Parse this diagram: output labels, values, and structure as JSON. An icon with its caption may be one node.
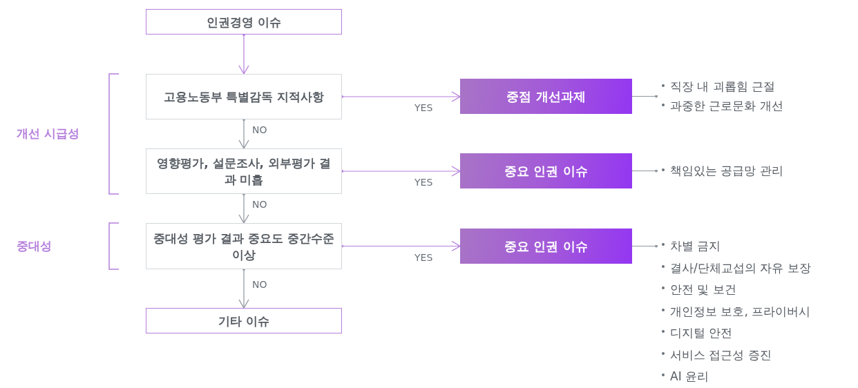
{
  "diagram": {
    "nodes": [
      {
        "text": [
          "인권경영 이슈"
        ]
      },
      {
        "text": [
          "고용노동부 특별감독 지적사항"
        ]
      },
      {
        "text": [
          "영향평가, 설문조사, 외부평가 결과 미흡"
        ]
      },
      {
        "text": [
          "중대성 평가 결과 중요도 중간수준 이상"
        ]
      },
      {
        "text": [
          "기타 이슈"
        ]
      },
      {
        "text": [
          "중점 개선과제"
        ]
      },
      {
        "text": [
          "중요 인권 이슈"
        ]
      },
      {
        "text": [
          "중요 인권 이슈"
        ]
      },
      {
        "text": [
          "직장 내 괴롭힘 근절",
          "과중한 근로문화 개선"
        ]
      },
      {
        "text": [
          "책임있는 공급망 관리"
        ]
      },
      {
        "text": [
          "차별 금지",
          "결사/단체교섭의 자유 보장",
          "안전 및 보건",
          "개인정보 보호, 프라이버시",
          "디지털 안전",
          "서비스 접근성 증진",
          "AI 윤리"
        ]
      }
    ],
    "edges": [
      {
        "from": 0,
        "to": 1,
        "arrow": "to",
        "color": "#b57edc"
      },
      {
        "from": 1,
        "to": 2,
        "arrow": "to",
        "label": "NO"
      },
      {
        "from": 2,
        "to": 3,
        "arrow": "to",
        "label": "NO"
      },
      {
        "from": 3,
        "to": 4,
        "arrow": "to",
        "label": "NO"
      },
      {
        "from": 1,
        "to": 5,
        "arrow": "to",
        "label": "YES",
        "color": "#b57edc"
      },
      {
        "from": 2,
        "to": 6,
        "arrow": "to",
        "label": "YES",
        "color": "#b57edc"
      },
      {
        "from": 3,
        "to": 7,
        "arrow": "to",
        "label": "YES",
        "color": "#b57edc"
      },
      {
        "from": 5,
        "to": 8,
        "arrow": "other"
      },
      {
        "from": 6,
        "to": 9,
        "arrow": "other"
      },
      {
        "from": 7,
        "to": 10,
        "arrow": "other"
      }
    ],
    "labels": [
      "개선 시급성",
      "중대성"
    ]
  }
}
